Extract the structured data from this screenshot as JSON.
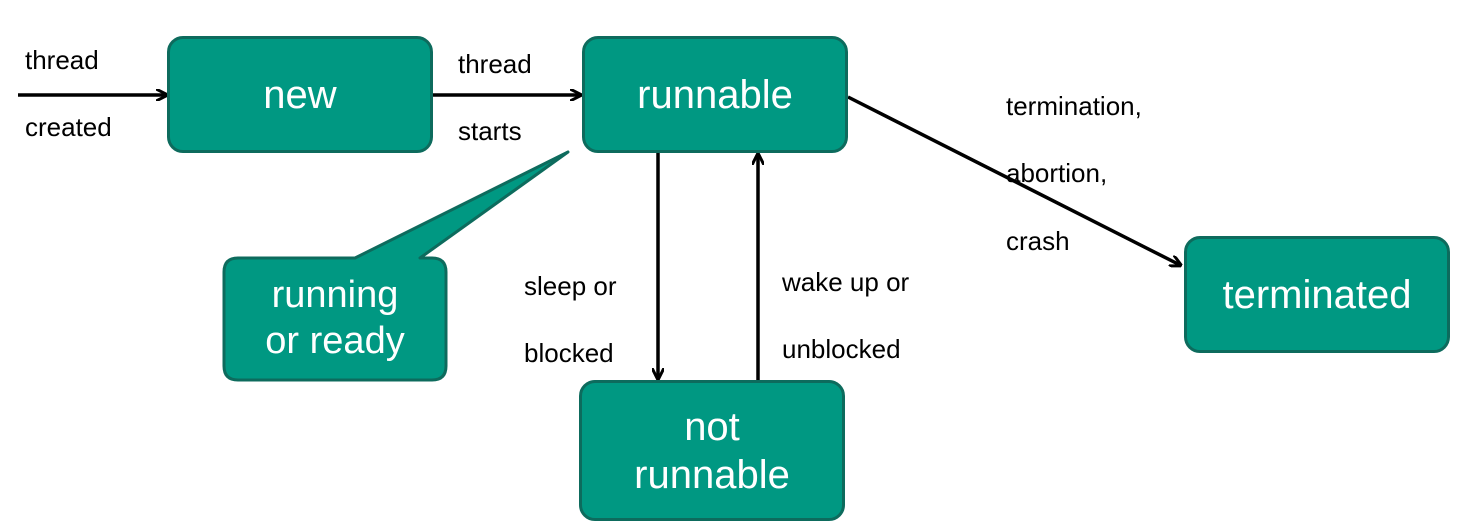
{
  "states": {
    "new": "new",
    "runnable": "runnable",
    "not_runnable_line1": "not",
    "not_runnable_line2": "runnable",
    "terminated": "terminated"
  },
  "callout": {
    "line1": "running",
    "line2": "or ready"
  },
  "transitions": {
    "thread_created_line1": "thread",
    "thread_created_line2": "created",
    "thread_starts_line1": "thread",
    "thread_starts_line2": "starts",
    "sleep_line1": "sleep or",
    "sleep_line2": "blocked",
    "wake_line1": "wake up or",
    "wake_line2": "unblocked",
    "term_line1": "termination,",
    "term_line2": "abortion,",
    "term_line3": "crash"
  },
  "colors": {
    "state_fill": "#009882",
    "state_border": "#0d6b5d",
    "arrow": "#000000"
  }
}
